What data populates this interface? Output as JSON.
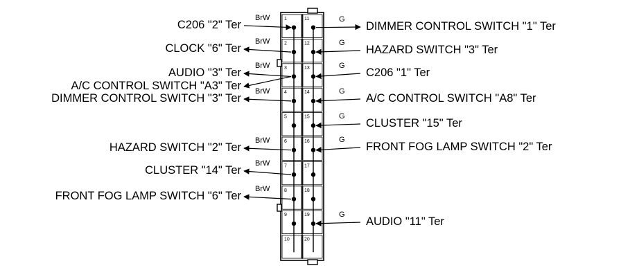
{
  "connector": {
    "pins_left": [
      "1",
      "2",
      "3",
      "4",
      "5",
      "6",
      "7",
      "8",
      "9",
      "10"
    ],
    "pins_right": [
      "11",
      "12",
      "13",
      "14",
      "15",
      "16",
      "17",
      "18",
      "19",
      "20"
    ]
  },
  "left_connections": [
    {
      "pin": "1",
      "label": "C206 \"2\" Ter",
      "wire": "BrW",
      "direction": "in"
    },
    {
      "pin": "2",
      "label": "CLOCK \"6\" Ter",
      "wire": "BrW",
      "direction": "out"
    },
    {
      "pin": "3",
      "label": "AUDIO \"3\" Ter",
      "wire": "BrW",
      "direction": "out"
    },
    {
      "pin": "3",
      "label": "A/C CONTROL SWITCH \"A3\" Ter",
      "wire": "",
      "direction": "out"
    },
    {
      "pin": "4",
      "label": "DIMMER CONTROL SWITCH \"3\" Ter",
      "wire": "BrW",
      "direction": "out"
    },
    {
      "pin": "6",
      "label": "HAZARD SWITCH \"2\" Ter",
      "wire": "BrW",
      "direction": "out"
    },
    {
      "pin": "7",
      "label": "CLUSTER \"14\" Ter",
      "wire": "BrW",
      "direction": "out"
    },
    {
      "pin": "8",
      "label": "FRONT FOG LAMP SWITCH \"6\" Ter",
      "wire": "BrW",
      "direction": "out"
    }
  ],
  "right_connections": [
    {
      "pin": "11",
      "label": "DIMMER CONTROL SWITCH \"1\" Ter",
      "wire": "G",
      "direction": "out"
    },
    {
      "pin": "12",
      "label": "HAZARD SWITCH \"3\" Ter",
      "wire": "G",
      "direction": "in"
    },
    {
      "pin": "13",
      "label": "C206 \"1\" Ter",
      "wire": "G",
      "direction": "in"
    },
    {
      "pin": "14",
      "label": "A/C CONTROL SWITCH \"A8\" Ter",
      "wire": "G",
      "direction": "in"
    },
    {
      "pin": "15",
      "label": "CLUSTER \"15\" Ter",
      "wire": "G",
      "direction": "in"
    },
    {
      "pin": "16",
      "label": "FRONT FOG LAMP SWITCH \"2\" Ter",
      "wire": "G",
      "direction": "in"
    },
    {
      "pin": "19",
      "label": "AUDIO \"11\" Ter",
      "wire": "G",
      "direction": "in"
    }
  ]
}
